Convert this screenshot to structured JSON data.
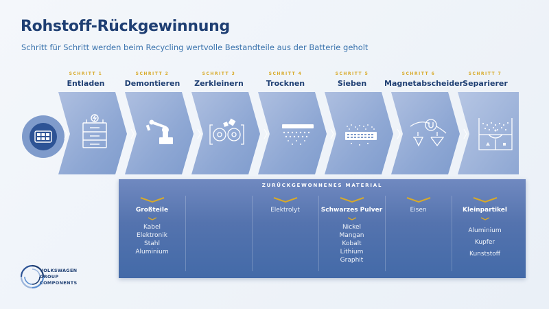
{
  "header": {
    "title": "Rohstoff-Rückgewinnung",
    "subtitle": "Schritt für Schritt werden beim Recycling wertvolle Bestandteile aus der Batterie geholt"
  },
  "steps": [
    {
      "num": "SCHRITT 1",
      "name": "Entladen",
      "icon": "discharge-icon"
    },
    {
      "num": "SCHRITT 2",
      "name": "Demontieren",
      "icon": "robot-arm-icon"
    },
    {
      "num": "SCHRITT 3",
      "name": "Zerkleinern",
      "icon": "shredder-icon"
    },
    {
      "num": "SCHRITT 4",
      "name": "Trocknen",
      "icon": "dryer-icon"
    },
    {
      "num": "SCHRITT 5",
      "name": "Sieben",
      "icon": "sieve-icon"
    },
    {
      "num": "SCHRITT 6",
      "name": "Magnetabscheider",
      "icon": "magnet-separator-icon"
    },
    {
      "num": "SCHRITT 7",
      "name": "Separierer",
      "icon": "separator-icon"
    }
  ],
  "start_icon": "battery-module-icon",
  "material": {
    "title": "ZURÜCKGEWONNENES MATERIAL",
    "columns": [
      {
        "head": "Großteile",
        "bold": true,
        "items": [
          "Kabel",
          "Elektronik",
          "Stahl",
          "Aluminium"
        ]
      },
      {
        "head": "",
        "bold": false,
        "items": []
      },
      {
        "head": "Elektrolyt",
        "bold": false,
        "items": []
      },
      {
        "head": "Schwarzes Pulver",
        "bold": true,
        "items": [
          "Nickel",
          "Mangan",
          "Kobalt",
          "Lithium",
          "Graphit"
        ]
      },
      {
        "head": "Eisen",
        "bold": false,
        "items": []
      },
      {
        "head": "Kleinpartikel",
        "bold": true,
        "items": [
          "Aluminium",
          "Kupfer",
          "Kunststoff"
        ]
      }
    ]
  },
  "logo": {
    "line1": "VOLKSWAGEN",
    "line2": "GROUP COMPONENTS"
  },
  "colors": {
    "title": "#1f3f73",
    "subtitle": "#3a73ad",
    "accent": "#d8aa2a",
    "panel": "#5473ae"
  }
}
